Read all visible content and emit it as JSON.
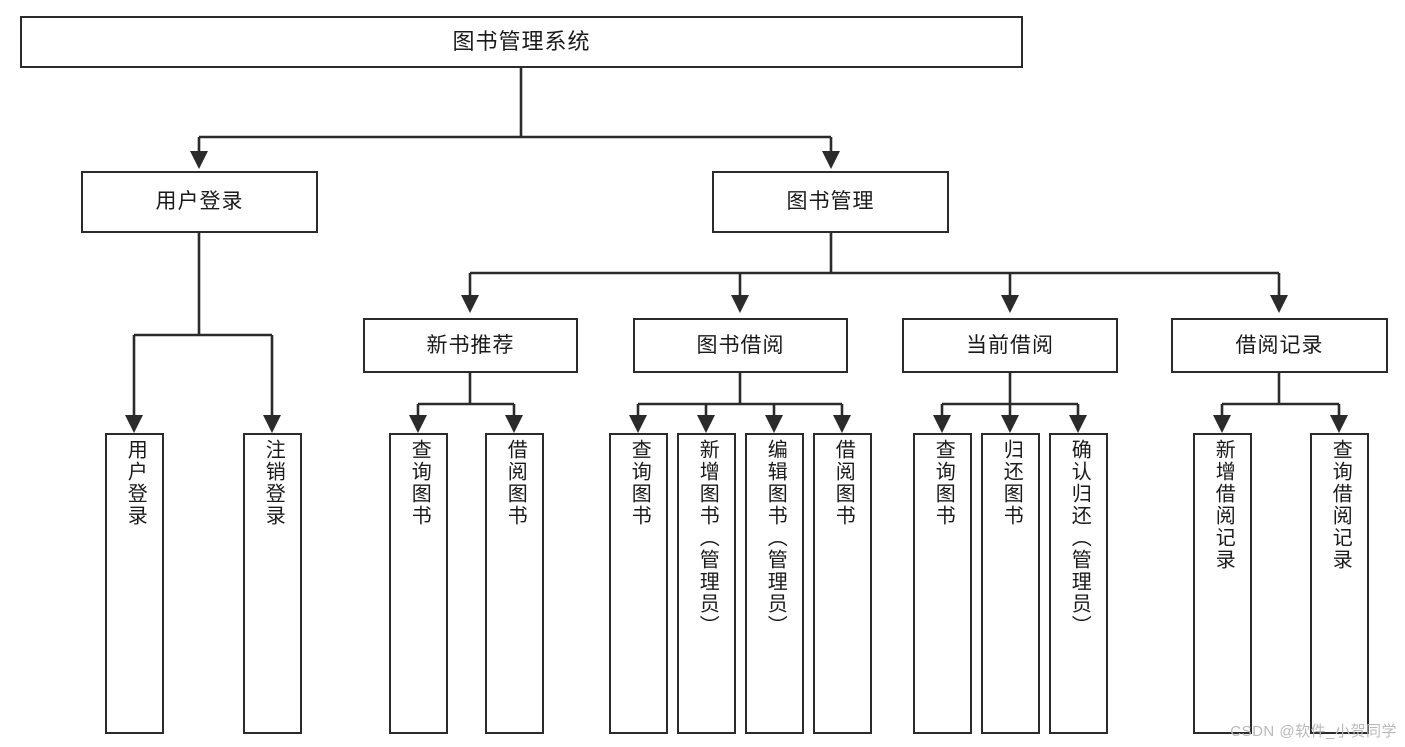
{
  "diagram": {
    "title_node": {
      "label": "图书管理系统"
    },
    "level1": [
      {
        "id": "user-login",
        "label": "用户登录"
      },
      {
        "id": "book-management",
        "label": "图书管理"
      }
    ],
    "level2": [
      {
        "id": "new-book-recommend",
        "label": "新书推荐",
        "parent": "book-management"
      },
      {
        "id": "book-borrow",
        "label": "图书借阅",
        "parent": "book-management"
      },
      {
        "id": "current-borrow",
        "label": "当前借阅",
        "parent": "book-management"
      },
      {
        "id": "borrow-record",
        "label": "借阅记录",
        "parent": "book-management"
      }
    ],
    "leaves": [
      {
        "id": "leaf-user-login",
        "label": "用户登录",
        "parent": "user-login"
      },
      {
        "id": "leaf-logout-login",
        "label": "注销登录",
        "parent": "user-login"
      },
      {
        "id": "leaf-query-book-1",
        "label": "查询图书",
        "parent": "new-book-recommend"
      },
      {
        "id": "leaf-borrow-book-1",
        "label": "借阅图书",
        "parent": "new-book-recommend"
      },
      {
        "id": "leaf-query-book-2",
        "label": "查询图书",
        "parent": "book-borrow"
      },
      {
        "id": "leaf-add-book",
        "label": "新增图书（管理员）",
        "parent": "book-borrow"
      },
      {
        "id": "leaf-edit-book",
        "label": "编辑图书（管理员）",
        "parent": "book-borrow"
      },
      {
        "id": "leaf-borrow-book-2",
        "label": "借阅图书",
        "parent": "book-borrow"
      },
      {
        "id": "leaf-query-book-3",
        "label": "查询图书",
        "parent": "current-borrow"
      },
      {
        "id": "leaf-return-book",
        "label": "归还图书",
        "parent": "current-borrow"
      },
      {
        "id": "leaf-confirm-return",
        "label": "确认归还（管理员）",
        "parent": "current-borrow"
      },
      {
        "id": "leaf-add-record",
        "label": "新增借阅记录",
        "parent": "borrow-record"
      },
      {
        "id": "leaf-query-record",
        "label": "查询借阅记录",
        "parent": "borrow-record"
      }
    ],
    "watermark": "CSDN @软件_小贺同学",
    "colors": {
      "stroke": "#2b2b2b",
      "fill": "#ffffff",
      "text": "#1a1a1a",
      "watermark": "#b9b9b9"
    }
  }
}
